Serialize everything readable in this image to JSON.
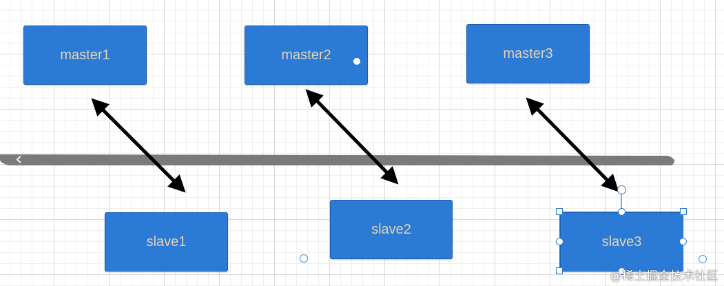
{
  "diagram": {
    "nodes": {
      "master1": "master1",
      "master2": "master2",
      "master3": "master3",
      "slave1": "slave1",
      "slave2": "slave2",
      "slave3": "slave3"
    },
    "edges": [
      {
        "from": "master1",
        "to": "slave1",
        "arrows": "both"
      },
      {
        "from": "master2",
        "to": "slave2",
        "arrows": "both"
      },
      {
        "from": "master3",
        "to": "slave3",
        "arrows": "both"
      }
    ],
    "selected_node": "slave3"
  },
  "watermark": "@稀土掘金技术社区",
  "colors": {
    "node_fill": "#2a7ad6",
    "node_text": "#e8d3b0",
    "arrow": "#000000",
    "divider_bar": "#7a7a7a",
    "selection": "#2a7ad6"
  },
  "icons": {
    "collapse": "chevron-left-icon"
  }
}
